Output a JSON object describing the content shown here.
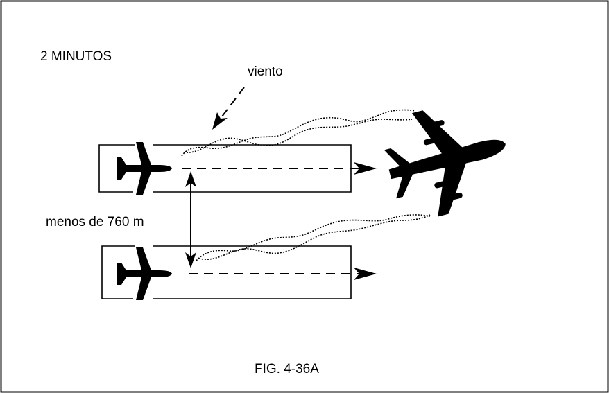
{
  "diagram": {
    "time_label": "2 MINUTOS",
    "wind_label": "viento",
    "separation_label": "menos de 760 m",
    "figure_caption": "FIG. 4-36A"
  },
  "colors": {
    "ink": "#000000",
    "background": "#ffffff"
  },
  "icons": [
    "aircraft-icon",
    "large-aircraft-icon",
    "wind-arrow",
    "wake-turbulence",
    "separation-arrow"
  ]
}
